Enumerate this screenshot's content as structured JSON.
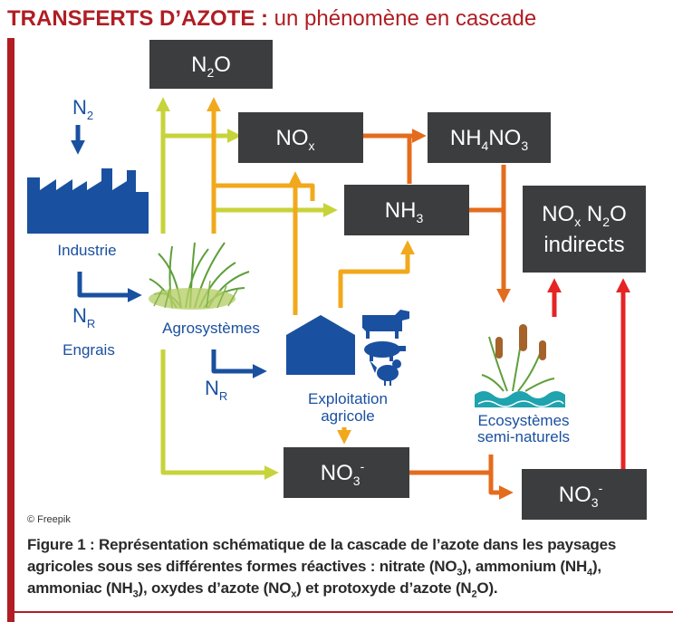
{
  "title": {
    "bold_part": "TRANSFERTS D’AZOTE :",
    "rest": " un phénomène en cascade"
  },
  "colors": {
    "title_red": "#b01d23",
    "box_gray": "#3c3d3f",
    "industrial_blue": "#1a50a0",
    "lime_flow": "#c7d33a",
    "orange_flow": "#f2a81c",
    "dark_orange_flow": "#e46c1e",
    "red_flow": "#e42524",
    "water_teal": "#1fa3ae"
  },
  "boxes": {
    "n2o": {
      "main": "N",
      "sub": "2",
      "tail": "O"
    },
    "nox": {
      "main": "NO",
      "sub": "x"
    },
    "nh4no3": {
      "a": "NH",
      "b": "4",
      "c": "NO",
      "d": "3"
    },
    "nh3": {
      "main": "NH",
      "sub": "3"
    },
    "nox_n2o_indirects": {
      "a": "NO",
      "b": "x",
      "c": " N",
      "d": "2",
      "e": "O",
      "line2": "indirects"
    },
    "no3_center": {
      "main": "NO",
      "sub": "3",
      "sup": "-"
    },
    "no3_right": {
      "main": "NO",
      "sub": "3",
      "sup": "-"
    }
  },
  "labels": {
    "n2_input": {
      "main": "N",
      "sub": "2"
    },
    "industrie": "Industrie",
    "nr_left": {
      "main": "N",
      "sub": "R"
    },
    "engrais": "Engrais",
    "agrosystemes": "Agrosystèmes",
    "nr_mid": {
      "main": "N",
      "sub": "R"
    },
    "exploitation_line1": "Exploitation",
    "exploitation_line2": "agricole",
    "ecosystemes_line1": "Ecosystèmes",
    "ecosystemes_line2": "semi-naturels"
  },
  "credit": "© Freepik",
  "caption": {
    "p1": "Figure 1 : Représentation schématique de la cascade de l’azote dans les paysages agricoles sous ses différentes formes réactives : nitrate (NO",
    "p1s": "3",
    "p2": "), ammonium (NH",
    "p2s": "4",
    "p3": "), ammoniac (NH",
    "p3s": "3",
    "p4": "), oxydes d’azote (NO",
    "p4s": "x",
    "p5": ") et protoxyde d’azote (N",
    "p5s": "2",
    "p6": "O)."
  }
}
